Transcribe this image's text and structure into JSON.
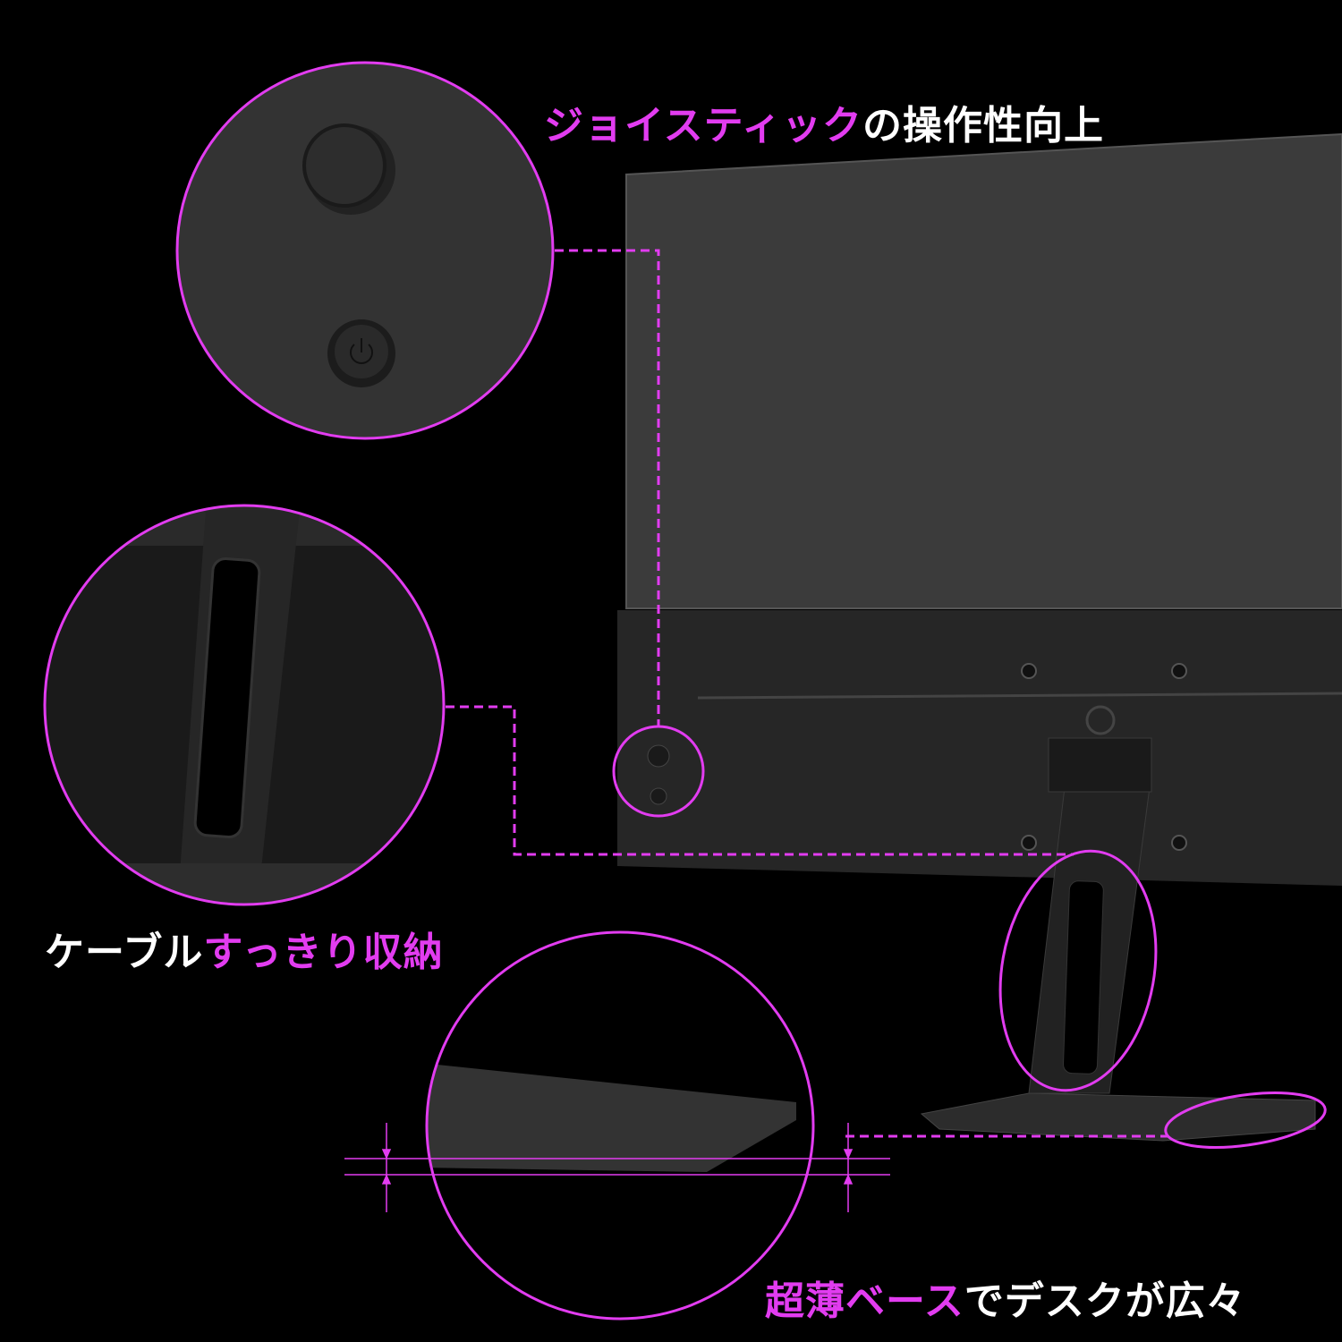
{
  "colors": {
    "accent": "#e23cf0",
    "background": "#000000",
    "text": "#ffffff"
  },
  "captions": {
    "joystick": {
      "highlight": "ジョイスティック",
      "rest": "の操作性向上"
    },
    "cable": {
      "lead": "ケーブル",
      "highlight": "すっきり収納"
    },
    "base": {
      "highlight": "超薄ベース",
      "rest": "でデスクが広々"
    }
  }
}
